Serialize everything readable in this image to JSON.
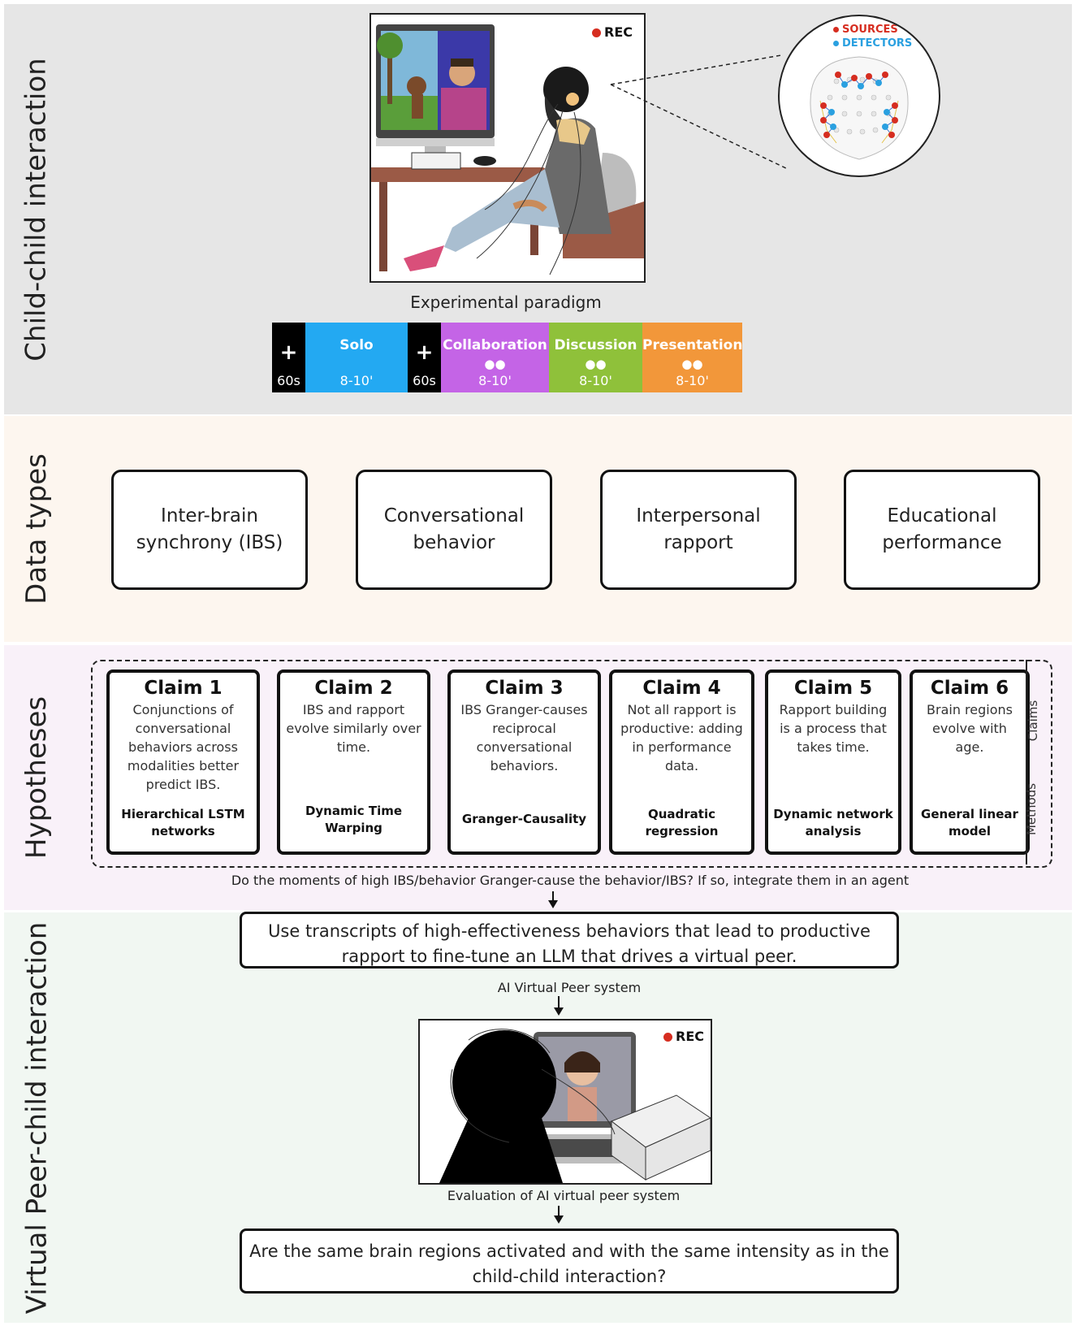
{
  "sections": {
    "child_child": "Child-child interaction",
    "data_types": "Data types",
    "hypotheses": "Hypotheses",
    "virtual_peer": "Virtual Peer-child interaction"
  },
  "top": {
    "rec_label": "REC",
    "legend_sources": "SOURCES",
    "legend_detectors": "DETECTORS",
    "paradigm_caption": "Experimental paradigm",
    "timeline": [
      {
        "title": "+",
        "duration": "60s",
        "color": "#000000"
      },
      {
        "title": "Solo",
        "duration": "8-10'",
        "color": "#23a9f2"
      },
      {
        "title": "+",
        "duration": "60s",
        "color": "#000000"
      },
      {
        "title": "Collaboration",
        "duration": "8-10'",
        "color": "#c464e6"
      },
      {
        "title": "Discussion",
        "duration": "8-10'",
        "color": "#8fc13a"
      },
      {
        "title": "Presentation",
        "duration": "8-10'",
        "color": "#f2973a"
      }
    ],
    "colors": {
      "sources": "#d62d20",
      "detectors": "#2aa0e0"
    }
  },
  "data_types": [
    "Inter-brain synchrony (IBS)",
    "Conversational behavior",
    "Interpersonal rapport",
    "Educational performance"
  ],
  "hypotheses": {
    "claims_tag": "Claims",
    "methods_tag": "Methods",
    "claims": [
      {
        "title": "Claim 1",
        "text": "Conjunctions of conversational behaviors across modalities better predict IBS.",
        "method": "Hierarchical LSTM networks"
      },
      {
        "title": "Claim 2",
        "text": "IBS and rapport evolve similarly over time.",
        "method": "Dynamic Time Warping"
      },
      {
        "title": "Claim 3",
        "text": "IBS Granger-causes reciprocal conversational behaviors.",
        "method": "Granger-Causality"
      },
      {
        "title": "Claim 4",
        "text": "Not all rapport is productive: adding in performance data.",
        "method": "Quadratic regression"
      },
      {
        "title": "Claim 5",
        "text": "Rapport building is a process that takes time.",
        "method": "Dynamic network analysis"
      },
      {
        "title": "Claim 6",
        "text": "Brain regions evolve with age.",
        "method": "General linear model"
      }
    ],
    "question": "Do the moments of high IBS/behavior Granger-cause the behavior/IBS? If so, integrate them in an agent"
  },
  "bottom": {
    "fine_tune_text": "Use transcripts of high-effectiveness behaviors that lead to productive rapport to fine-tune an LLM that drives a virtual peer.",
    "system_caption": "AI Virtual Peer system",
    "rec_label": "REC",
    "evaluation_caption": "Evaluation of AI virtual peer system",
    "final_question": "Are the same brain regions activated and with the same intensity as in the child-child interaction?"
  }
}
